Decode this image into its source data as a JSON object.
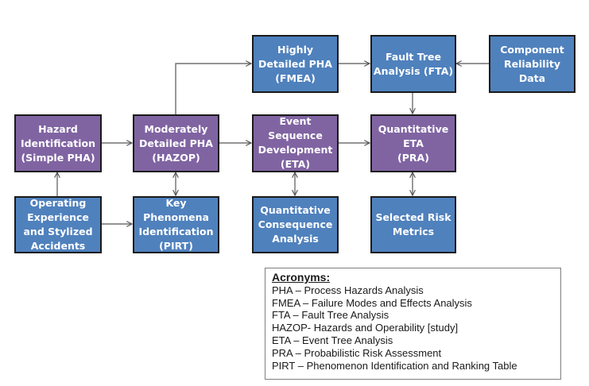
{
  "colors": {
    "analysis_box": "#8064a2",
    "input_box": "#4f81bd",
    "border": "#1a1a1a",
    "arrow": "#555555"
  },
  "nodes": {
    "hazard_identification": {
      "lines": [
        "Hazard",
        "Identification",
        "(Simple PHA)"
      ]
    },
    "moderately_detailed_pha": {
      "lines": [
        "Moderately",
        "Detailed PHA",
        "(HAZOP)"
      ]
    },
    "highly_detailed_pha": {
      "lines": [
        "Highly",
        "Detailed PHA",
        "(FMEA)"
      ]
    },
    "fault_tree_analysis": {
      "lines": [
        "Fault Tree",
        "Analysis (FTA)"
      ]
    },
    "component_reliability_data": {
      "lines": [
        "Component",
        "Reliability",
        "Data"
      ]
    },
    "event_sequence_development": {
      "lines": [
        "Event",
        "Sequence",
        "Development",
        "(ETA)"
      ]
    },
    "quantitative_eta": {
      "lines": [
        "Quantitative",
        "ETA",
        "(PRA)"
      ]
    },
    "operating_experience": {
      "lines": [
        "Operating",
        "Experience",
        "and Stylized",
        "Accidents"
      ]
    },
    "key_phenomena_identification": {
      "lines": [
        "Key",
        "Phenomena",
        "Identification",
        "(PIRT)"
      ]
    },
    "quantitative_consequence_analysis": {
      "lines": [
        "Quantitative",
        "Consequence",
        "Analysis"
      ]
    },
    "selected_risk_metrics": {
      "lines": [
        "Selected Risk",
        "Metrics"
      ]
    }
  },
  "edges": [
    {
      "from": "hazard_identification",
      "to": "moderately_detailed_pha",
      "type": "single"
    },
    {
      "from": "moderately_detailed_pha",
      "to": "highly_detailed_pha",
      "type": "single"
    },
    {
      "from": "moderately_detailed_pha",
      "to": "event_sequence_development",
      "type": "single"
    },
    {
      "from": "highly_detailed_pha",
      "to": "fault_tree_analysis",
      "type": "single"
    },
    {
      "from": "component_reliability_data",
      "to": "fault_tree_analysis",
      "type": "single"
    },
    {
      "from": "fault_tree_analysis",
      "to": "quantitative_eta",
      "type": "single"
    },
    {
      "from": "event_sequence_development",
      "to": "quantitative_eta",
      "type": "single"
    },
    {
      "from": "operating_experience",
      "to": "hazard_identification",
      "type": "single"
    },
    {
      "from": "operating_experience",
      "to": "key_phenomena_identification",
      "type": "single"
    },
    {
      "from": "moderately_detailed_pha",
      "to": "key_phenomena_identification",
      "type": "double"
    },
    {
      "from": "event_sequence_development",
      "to": "quantitative_consequence_analysis",
      "type": "double"
    },
    {
      "from": "quantitative_eta",
      "to": "selected_risk_metrics",
      "type": "double"
    }
  ],
  "legend": {
    "title": "Acronyms:",
    "entries": [
      "PHA – Process Hazards Analysis",
      "FMEA – Failure Modes and  Effects Analysis",
      "FTA – Fault  Tree Analysis",
      "HAZOP- Hazards and Operability [study]",
      "ETA – Event Tree Analysis",
      "PRA – Probabilistic Risk Assessment",
      "PIRT – Phenomenon Identification and Ranking Table"
    ]
  }
}
